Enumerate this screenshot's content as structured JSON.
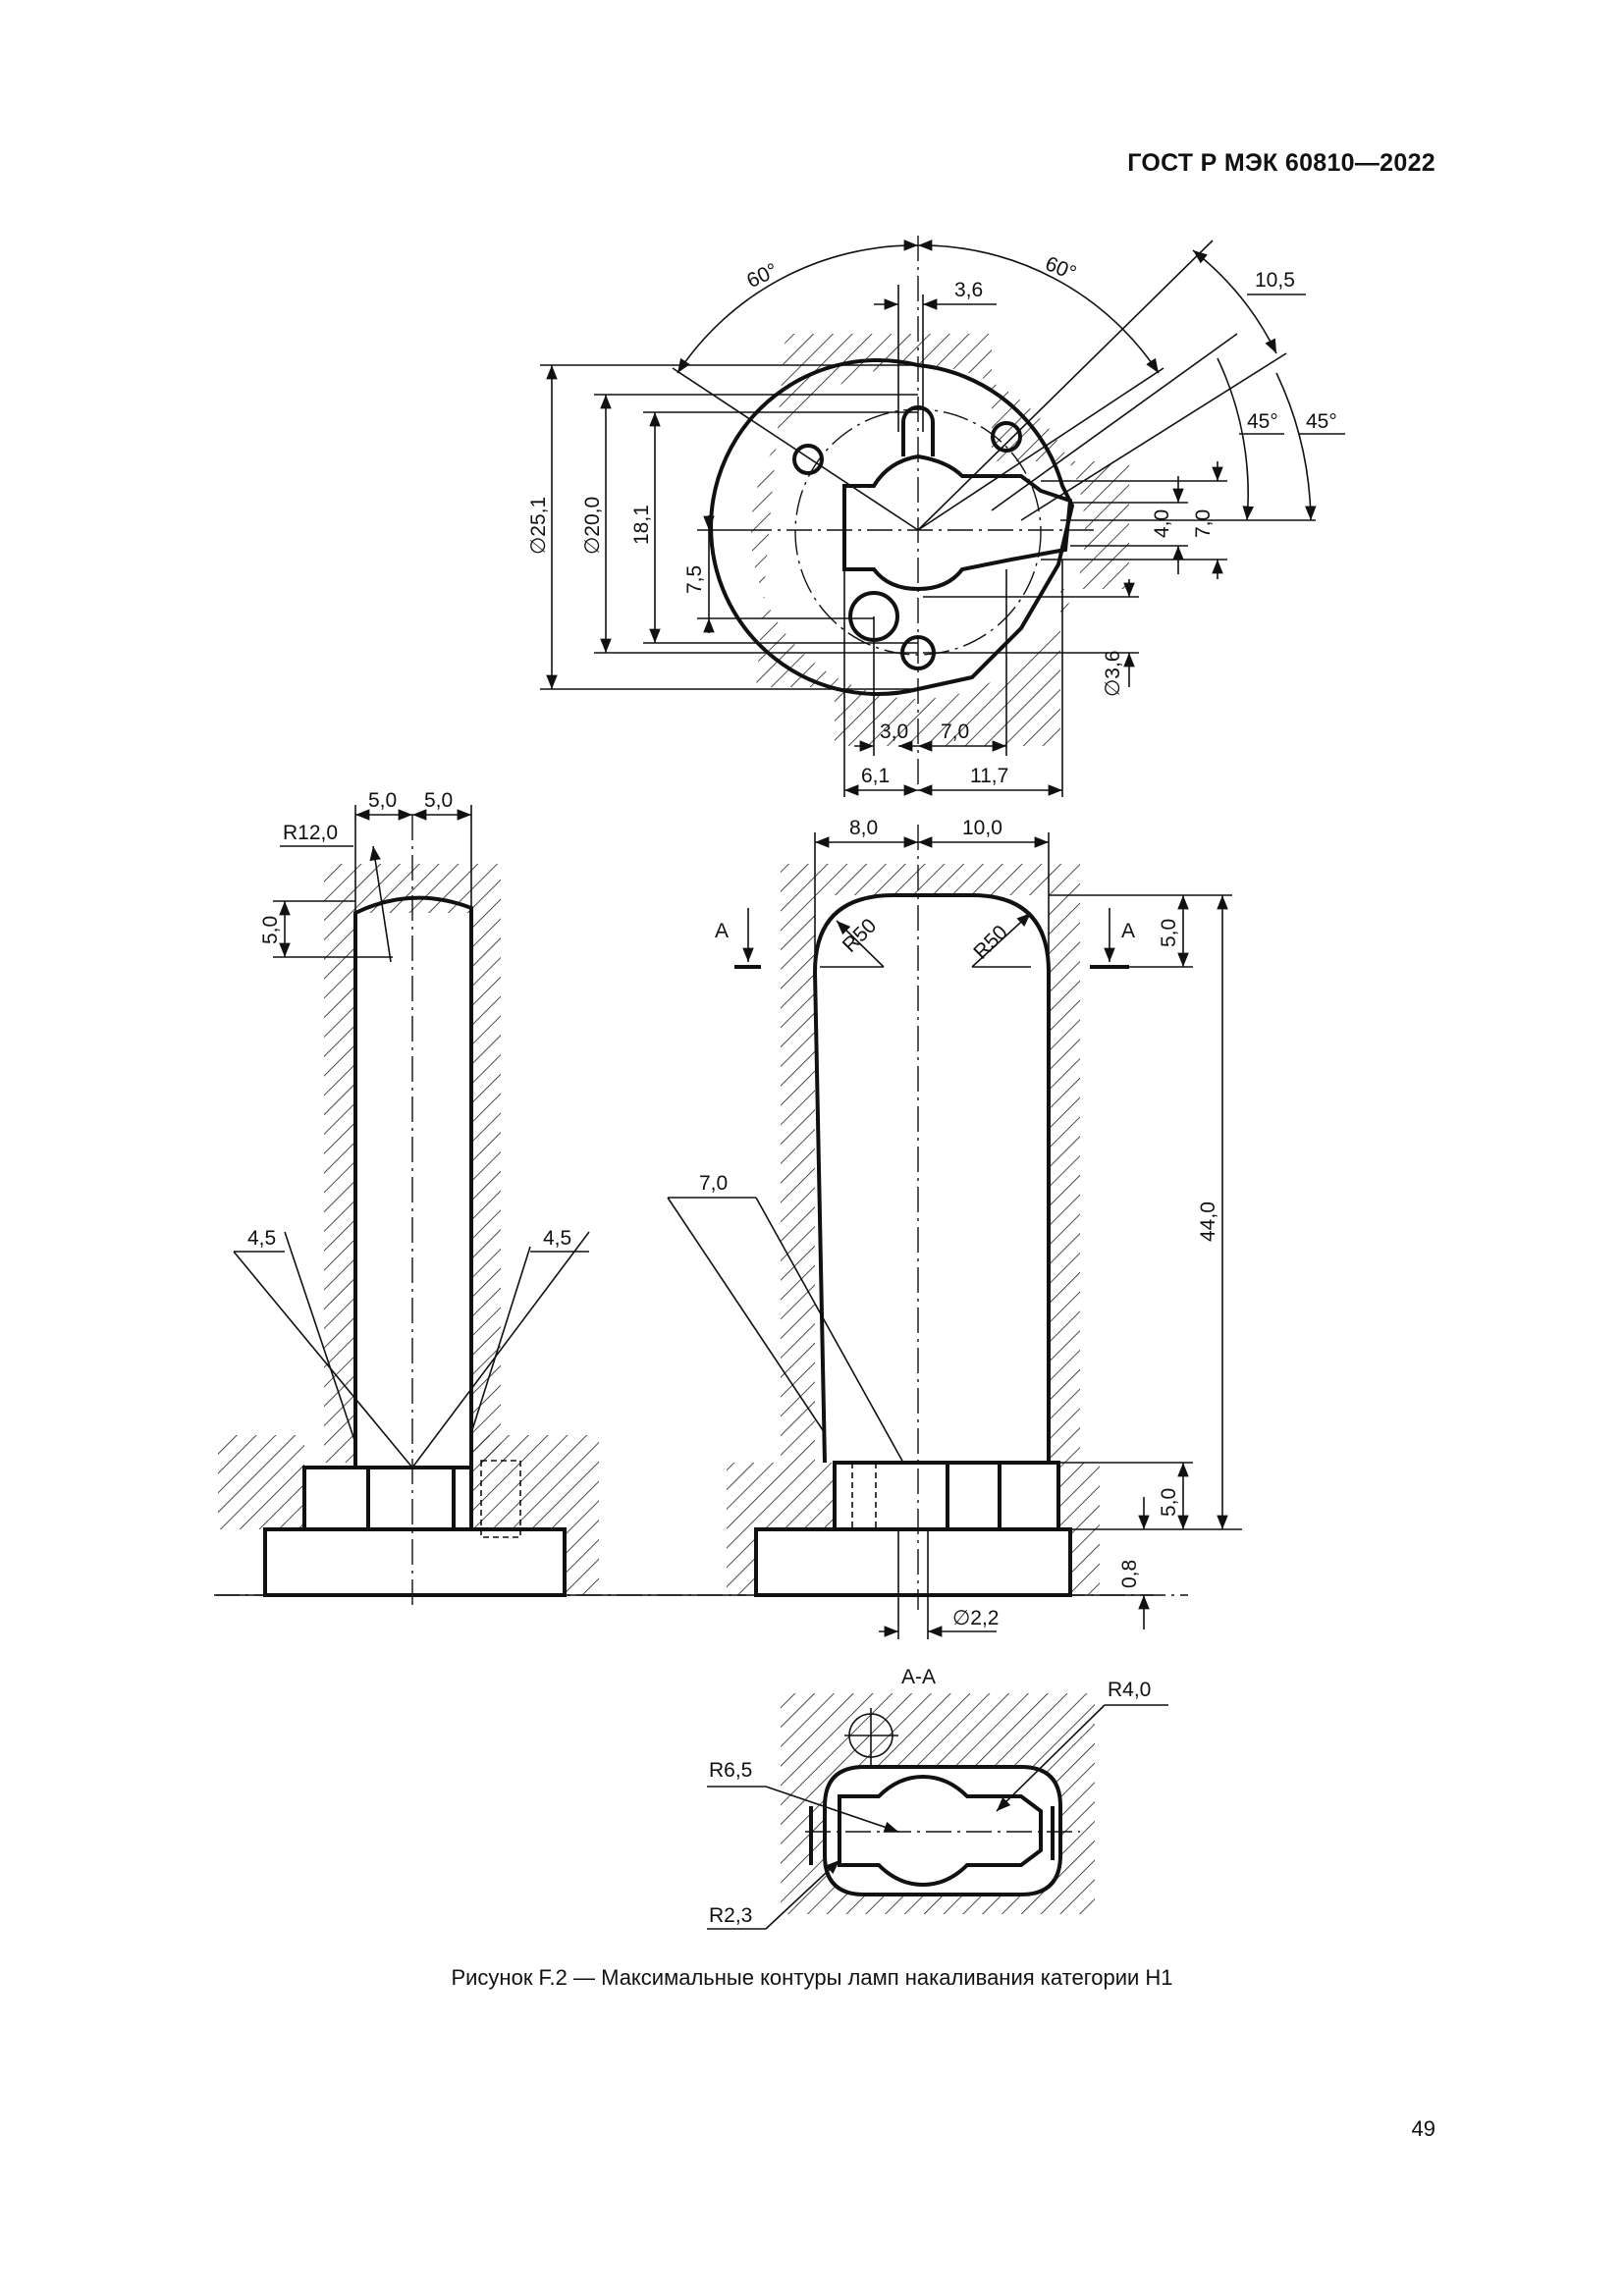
{
  "header": {
    "title": "ГОСТ Р МЭК 60810—2022"
  },
  "figure": {
    "caption": "Рисунок F.2 — Максимальные контуры ламп накаливания категории H1",
    "page_number": "49",
    "top_view": {
      "angle_left": "60°",
      "angle_right": "60°",
      "dim_3_6_top": "3,6",
      "dim_10_5": "10,5",
      "angle_45_a": "45°",
      "angle_45_b": "45°",
      "dia_25_1": "∅25,1",
      "dia_20_0": "∅20,0",
      "dim_18_1": "18,1",
      "dim_7_5": "7,5",
      "dim_4_0": "4,0",
      "dim_7_0_right": "7,0",
      "dia_3_6": "∅3,6",
      "dim_3_0": "3,0",
      "dim_7_0_bottom": "7,0",
      "dim_6_1": "6,1",
      "dim_11_7": "11,7"
    },
    "side_view_left": {
      "dim_5_0_a": "5,0",
      "dim_5_0_b": "5,0",
      "radius_12": "R12,0",
      "dim_5_0_vert": "5,0",
      "dim_4_5_left": "4,5",
      "dim_4_5_right": "4,5"
    },
    "side_view_right": {
      "dim_8_0": "8,0",
      "dim_10_0": "10,0",
      "section_a_left": "A",
      "section_a_right": "A",
      "radius_50_left": "R50",
      "radius_50_right": "R50",
      "dim_5_0_top": "5,0",
      "dim_7_0": "7,0",
      "dim_44_0": "44,0",
      "dim_5_0_bottom": "5,0",
      "dim_0_8": "0,8",
      "dia_2_2": "∅2,2"
    },
    "section_view": {
      "title": "A-A",
      "radius_4_0": "R4,0",
      "radius_6_5": "R6,5",
      "radius_2_3": "R2,3"
    }
  }
}
